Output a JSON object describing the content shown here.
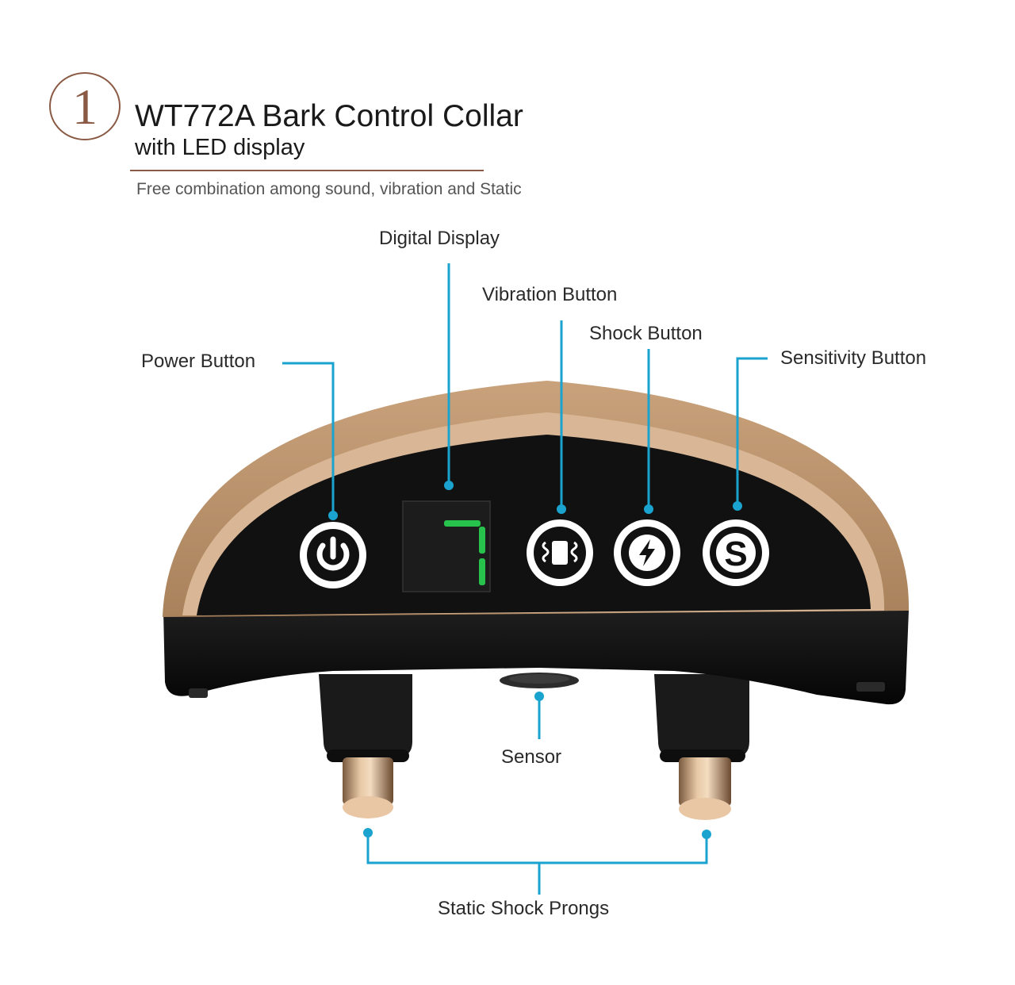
{
  "header": {
    "step_number": "1",
    "title": "WT772A Bark Control Collar",
    "subtitle": "with LED display",
    "tagline": "Free combination among sound, vibration and Static"
  },
  "callouts": {
    "digital_display": "Digital Display",
    "vibration_button": "Vibration Button",
    "shock_button": "Shock Button",
    "power_button": "Power Button",
    "sensitivity_button": "Sensitivity Button",
    "sensor": "Sensor",
    "static_shock_prongs": "Static Shock Prongs"
  },
  "icons": {
    "power": "power-icon",
    "vibration": "vibration-icon",
    "shock": "lightning-icon",
    "sensitivity": "letter-s-icon"
  },
  "colors": {
    "accent_line": "#1aa3cf",
    "collar_shell": "#b9916a",
    "collar_rim": "#d9b796",
    "panel": "#111111",
    "display_segments": "#27c24c",
    "heading_accent": "#8a5a44"
  }
}
